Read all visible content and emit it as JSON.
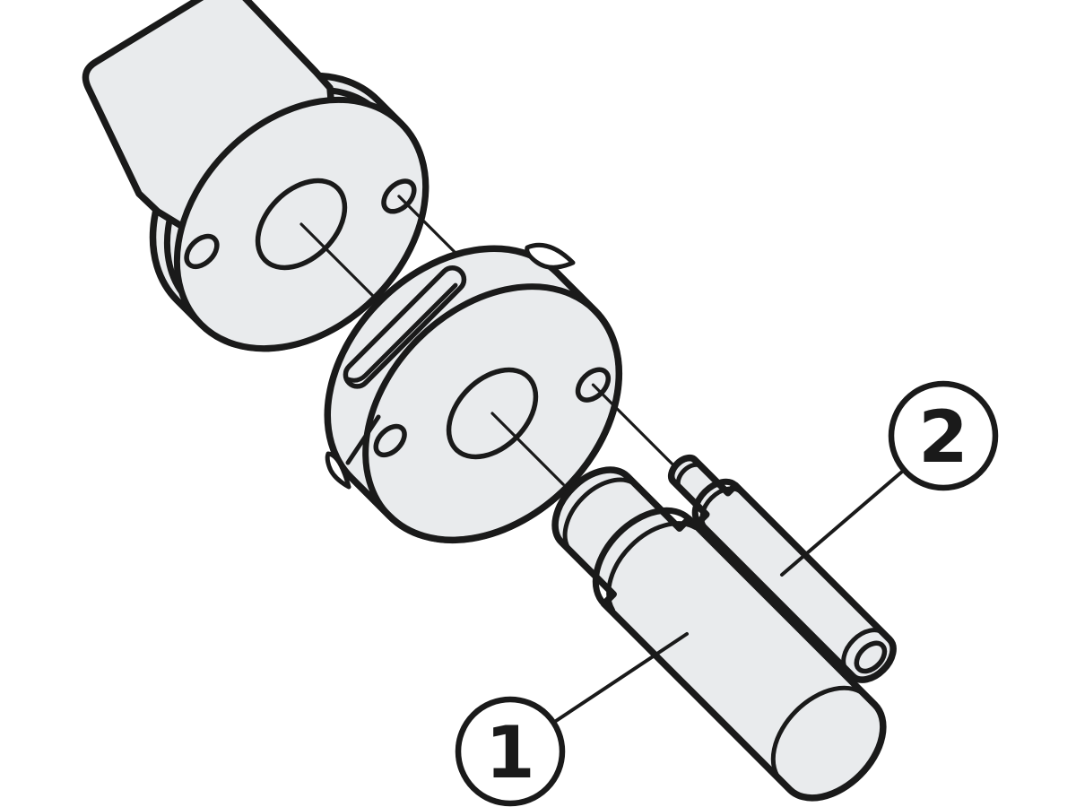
{
  "figure": {
    "kind": "exploded-assembly-technical-drawing",
    "background_color": "#ffffff",
    "line_color": "#1a1a1a",
    "part_fill_color": "#e9ebed",
    "parts": [
      {
        "id": "flanged-hub",
        "features": [
          "boss-cylinder",
          "flange-rim-ring",
          "center-bore",
          "bolt-hole-upper",
          "bolt-hole-lower"
        ]
      },
      {
        "id": "slotted-coupling-disc",
        "features": [
          "keyway-slot",
          "center-bore",
          "bolt-hole-right",
          "bolt-hole-left",
          "rim-notch-top",
          "rim-notch-left"
        ]
      },
      {
        "id": "stepped-pin-large",
        "features": [
          "pilot-nose",
          "shoulder-step",
          "chamfered-end"
        ]
      },
      {
        "id": "sleeve-pin-small",
        "features": [
          "pilot-nose",
          "shoulder-step",
          "hollow-bore-end"
        ]
      }
    ],
    "callouts": [
      {
        "label": "1",
        "target": "stepped-pin-large"
      },
      {
        "label": "2",
        "target": "sleeve-pin-small"
      }
    ]
  }
}
